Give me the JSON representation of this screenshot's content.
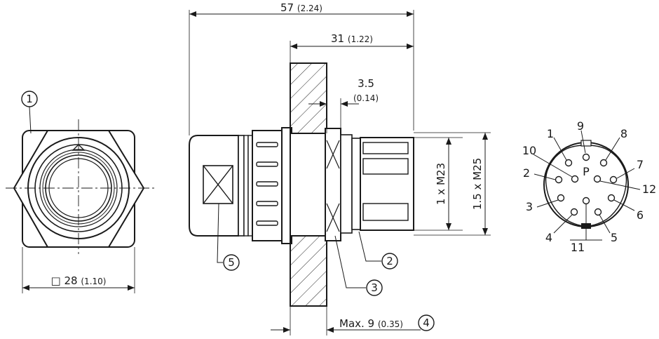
{
  "dimensions": {
    "overall_length": {
      "main": "57",
      "sub": "(2.24)"
    },
    "front_length": {
      "main": "31",
      "sub": "(1.22)"
    },
    "flange_gap": {
      "main": "3.5",
      "sub": "(0.14)"
    },
    "square_width": {
      "symbol": "□",
      "main": "28",
      "sub": "(1.10)"
    },
    "thread_m23": "1 x M23",
    "thread_m25": "1.5 x M25",
    "max_wall": {
      "main": "Max. 9",
      "sub": "(0.35)"
    }
  },
  "callouts": [
    "1",
    "2",
    "3",
    "4",
    "5"
  ],
  "pins": {
    "labels": [
      "1",
      "2",
      "3",
      "4",
      "5",
      "6",
      "7",
      "8",
      "9",
      "10",
      "11",
      "12"
    ],
    "protective_earth": "P"
  }
}
